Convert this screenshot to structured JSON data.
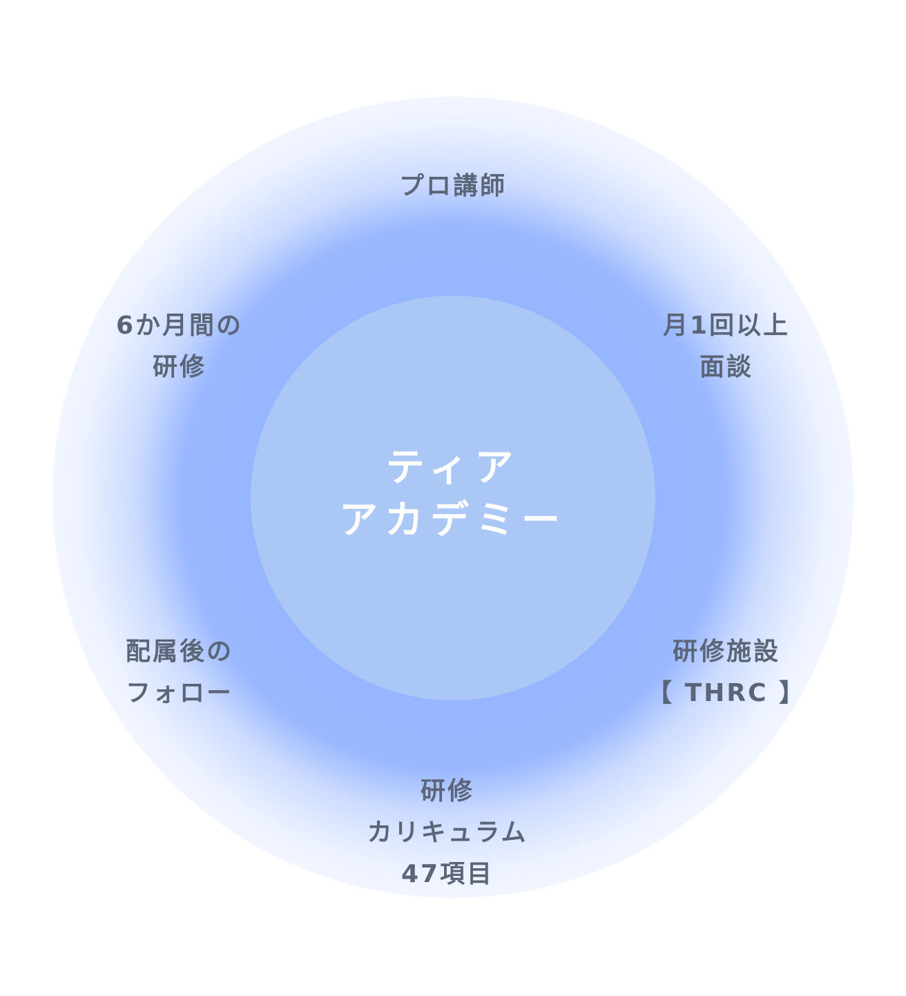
{
  "center": {
    "title_line1": "ティア",
    "title_line2": "アカデミー"
  },
  "features": {
    "top": {
      "lines": [
        "プロ講師"
      ]
    },
    "right_top": {
      "lines": [
        "月1回以上",
        "面談"
      ]
    },
    "right_bottom": {
      "lines": [
        "研修施設",
        "【 THRC 】"
      ]
    },
    "bottom": {
      "lines": [
        "研修",
        "カリキュラム",
        "47項目"
      ]
    },
    "left_bottom": {
      "lines": [
        "配属後の",
        "フォロー"
      ]
    },
    "left_top": {
      "lines": [
        "6か月間の",
        "研修"
      ]
    }
  },
  "colors": {
    "core": "#abc7f5",
    "glow": "#789fff",
    "label_text": "#5a6577",
    "core_text": "#ffffff"
  }
}
